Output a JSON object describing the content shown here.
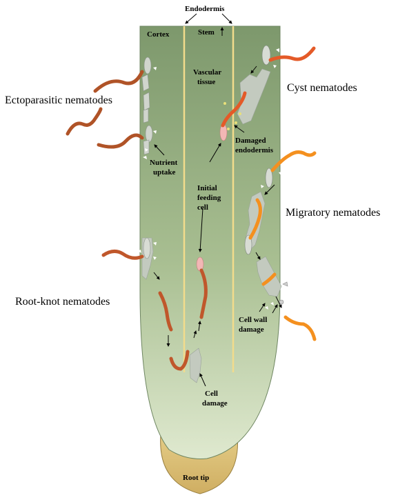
{
  "labels": {
    "endodermis": "Endodermis",
    "cortex": "Cortex",
    "stem": "Stem",
    "vascular_tissue_1": "Vascular",
    "vascular_tissue_2": "tissue",
    "ectoparasitic": "Ectoparasitic nematodes",
    "cyst": "Cyst nematodes",
    "migratory": "Migratory  nematodes",
    "root_knot": "Root-knot nematodes",
    "nutrient_uptake_1": "Nutrient",
    "nutrient_uptake_2": "uptake",
    "damaged_endodermis_1": "Damaged",
    "damaged_endodermis_2": "endodermis",
    "initial_feeding_cell_1": "Initial",
    "initial_feeding_cell_2": "feeding",
    "initial_feeding_cell_3": "cell",
    "cell_wall_damage_1": "Cell wall",
    "cell_wall_damage_2": "damage",
    "cell_damage_1": "Cell",
    "cell_damage_2": "damage",
    "root_tip": "Root tip"
  },
  "colors": {
    "root_top": "#7f9a6e",
    "root_bottom": "#dbe7c9",
    "root_tip": "#d7bd78",
    "vascular_line": "#f2dc8c",
    "nematode_dark": "#b5562a",
    "nematode_orange": "#f28a20",
    "nematode_red": "#e8582a",
    "damage": "#c2c9c0"
  }
}
